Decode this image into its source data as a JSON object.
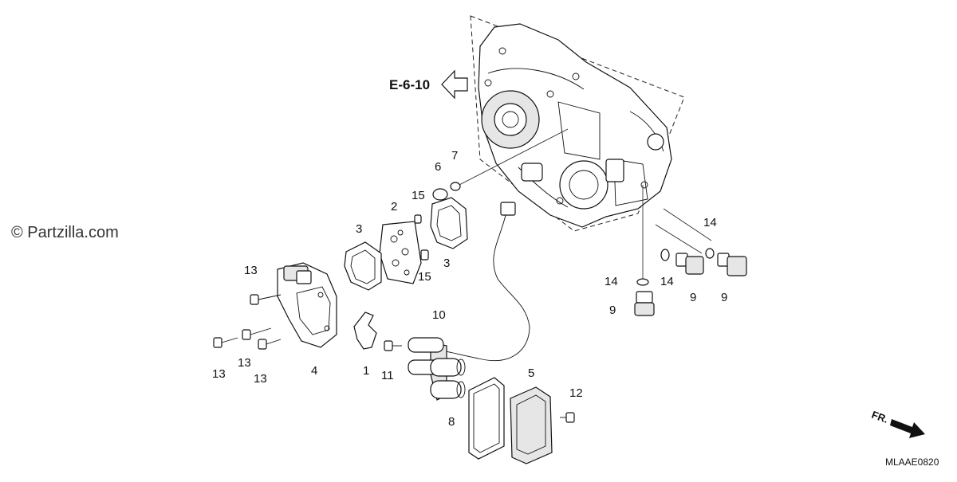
{
  "watermark": "© Partzilla.com",
  "reference": "E-6-10",
  "diagram_code": "MLAAE0820",
  "direction_label": "FR.",
  "callouts": [
    {
      "id": "c1",
      "label": "1"
    },
    {
      "id": "c2",
      "label": "2"
    },
    {
      "id": "c3a",
      "label": "3"
    },
    {
      "id": "c3b",
      "label": "3"
    },
    {
      "id": "c4",
      "label": "4"
    },
    {
      "id": "c5",
      "label": "5"
    },
    {
      "id": "c6",
      "label": "6"
    },
    {
      "id": "c7",
      "label": "7"
    },
    {
      "id": "c8",
      "label": "8"
    },
    {
      "id": "c9a",
      "label": "9"
    },
    {
      "id": "c9b",
      "label": "9"
    },
    {
      "id": "c9c",
      "label": "9"
    },
    {
      "id": "c10",
      "label": "10"
    },
    {
      "id": "c11",
      "label": "11"
    },
    {
      "id": "c12",
      "label": "12"
    },
    {
      "id": "c13a",
      "label": "13"
    },
    {
      "id": "c13b",
      "label": "13"
    },
    {
      "id": "c13c",
      "label": "13"
    },
    {
      "id": "c13d",
      "label": "13"
    },
    {
      "id": "c14a",
      "label": "14"
    },
    {
      "id": "c14b",
      "label": "14"
    },
    {
      "id": "c14c",
      "label": "14"
    },
    {
      "id": "c15a",
      "label": "15"
    },
    {
      "id": "c15b",
      "label": "15"
    }
  ]
}
